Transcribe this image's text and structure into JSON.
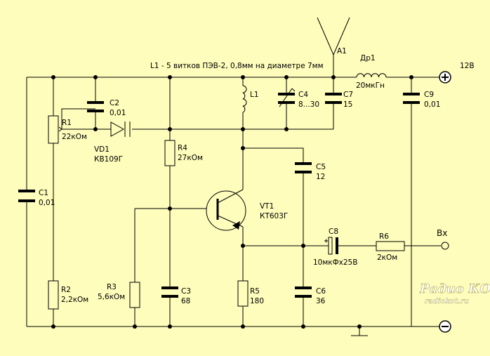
{
  "diagram": {
    "note": "L1 - 5 витков ПЭВ-2, 0,8мм на диаметре 7мм",
    "supply": {
      "voltage": "12В"
    },
    "input": "Вх",
    "components": {
      "A1": {
        "ref": "A1"
      },
      "Dr1": {
        "ref": "Др1",
        "value": "20мкГн"
      },
      "L1": {
        "ref": "L1"
      },
      "C1": {
        "ref": "C1",
        "value": "0,01"
      },
      "C2": {
        "ref": "C2",
        "value": "0,01"
      },
      "C3": {
        "ref": "C3",
        "value": "68"
      },
      "C4": {
        "ref": "C4",
        "value": "8...30"
      },
      "C5": {
        "ref": "C5",
        "value": "12"
      },
      "C6": {
        "ref": "C6",
        "value": "36"
      },
      "C7": {
        "ref": "C7",
        "value": "15"
      },
      "C8": {
        "ref": "C8",
        "value": "10мкФх25В"
      },
      "C9": {
        "ref": "C9",
        "value": "0,01"
      },
      "R1": {
        "ref": "R1",
        "value": "22кОм"
      },
      "R2": {
        "ref": "R2",
        "value": "2,2кОм"
      },
      "R3": {
        "ref": "R3",
        "value": "5,6кОм"
      },
      "R4": {
        "ref": "R4",
        "value": "27кОм"
      },
      "R5": {
        "ref": "R5",
        "value": "180"
      },
      "R6": {
        "ref": "R6",
        "value": "2кОм"
      },
      "VD1": {
        "ref": "VD1",
        "value": "КВ109Г"
      },
      "VT1": {
        "ref": "VT1",
        "value": "КТ603Г"
      }
    },
    "watermark": {
      "logo": "Радио КОТ",
      "site": "radiokot.ru"
    }
  }
}
